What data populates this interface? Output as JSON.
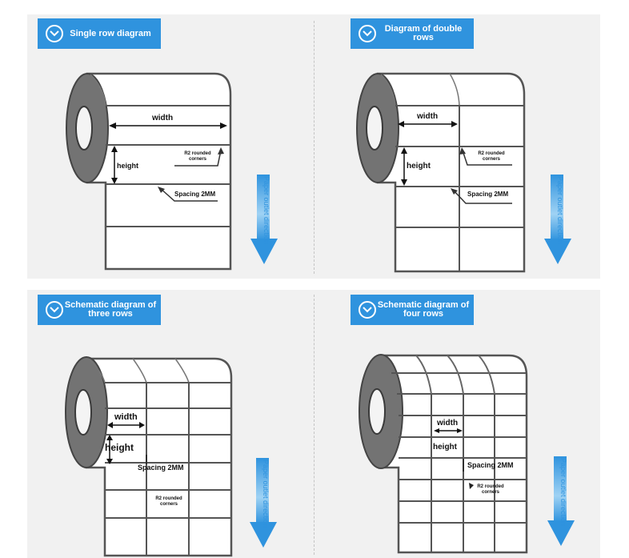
{
  "panels": [
    {
      "title": "Single row diagram",
      "labels": {
        "width": "width",
        "height": "height",
        "corners": "R2 rounded corners",
        "spacing": "Spacing 2MM"
      },
      "direction": "Paper outlet direction"
    },
    {
      "title": "Diagram of double rows",
      "labels": {
        "width": "width",
        "height": "height",
        "corners": "R2 rounded corners",
        "spacing": "Spacing 2MM"
      },
      "direction": "Paper outlet direction"
    },
    {
      "title": "Schematic diagram of three rows",
      "labels": {
        "width": "width",
        "height": "height",
        "corners": "R2 rounded corners",
        "spacing": "Spacing 2MM"
      },
      "direction": "Paper outlet direction"
    },
    {
      "title": "Schematic diagram of four rows",
      "labels": {
        "width": "width",
        "height": "height",
        "corners": "R2 rounded corners",
        "spacing": "Spacing 2MM"
      },
      "direction": "Paper outlet direction"
    }
  ],
  "colors": {
    "accent": "#2f93de",
    "panel": "#f1f1f1",
    "outline": "#555555"
  },
  "icons": {
    "tag": "chevron-down-circle-icon",
    "arrow": "arrow-down-icon"
  }
}
